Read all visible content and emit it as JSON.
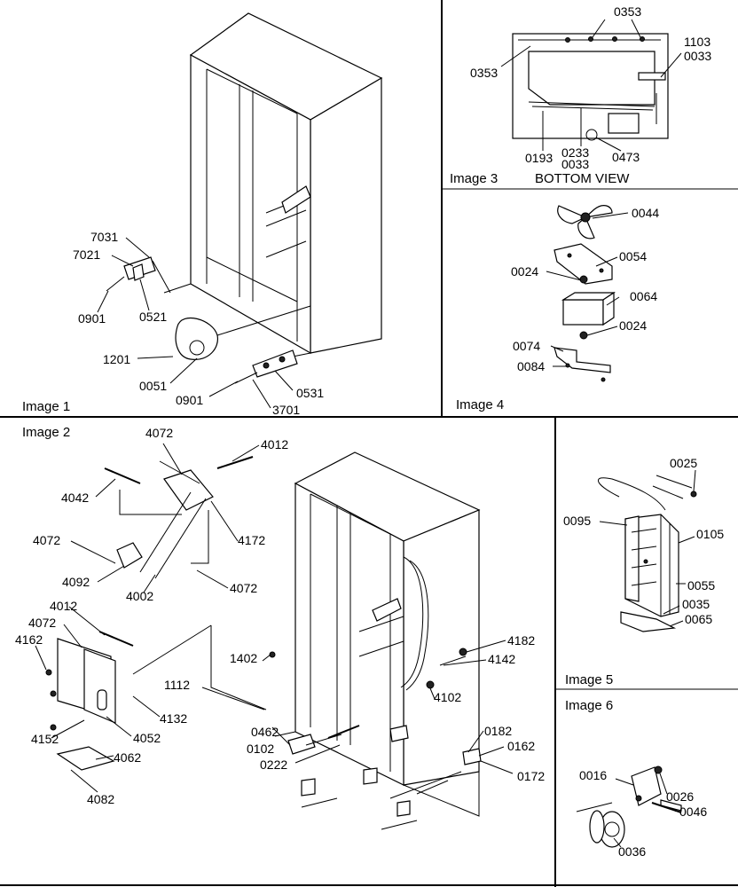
{
  "panels": [
    {
      "id": "image1",
      "title": "Image 1"
    },
    {
      "id": "image2",
      "title": "Image 2"
    },
    {
      "id": "image3",
      "title": "Image 3",
      "subtitle": "BOTTOM VIEW"
    },
    {
      "id": "image4",
      "title": "Image 4"
    },
    {
      "id": "image5",
      "title": "Image 5"
    },
    {
      "id": "image6",
      "title": "Image 6"
    }
  ],
  "callouts": {
    "image1": [
      "7031",
      "7021",
      "0901",
      "0521",
      "1201",
      "0051",
      "0901",
      "0531",
      "3701"
    ],
    "image2": [
      "4072",
      "4012",
      "4042",
      "4072",
      "4172",
      "4092",
      "4002",
      "4072",
      "4012",
      "4072",
      "4162",
      "1402",
      "1112",
      "4132",
      "4052",
      "4152",
      "4062",
      "4082",
      "0462",
      "0102",
      "0222",
      "4182",
      "4142",
      "4102",
      "0182",
      "0162",
      "0172"
    ],
    "image3": [
      "0353",
      "0353",
      "1103",
      "0033",
      "0193",
      "0233",
      "0033",
      "0473"
    ],
    "image4": [
      "0044",
      "0054",
      "0024",
      "0064",
      "0024",
      "0074",
      "0084"
    ],
    "image5": [
      "0025",
      "0095",
      "0105",
      "0055",
      "0035",
      "0065"
    ],
    "image6": [
      "0016",
      "0026",
      "0046",
      "0036"
    ]
  }
}
